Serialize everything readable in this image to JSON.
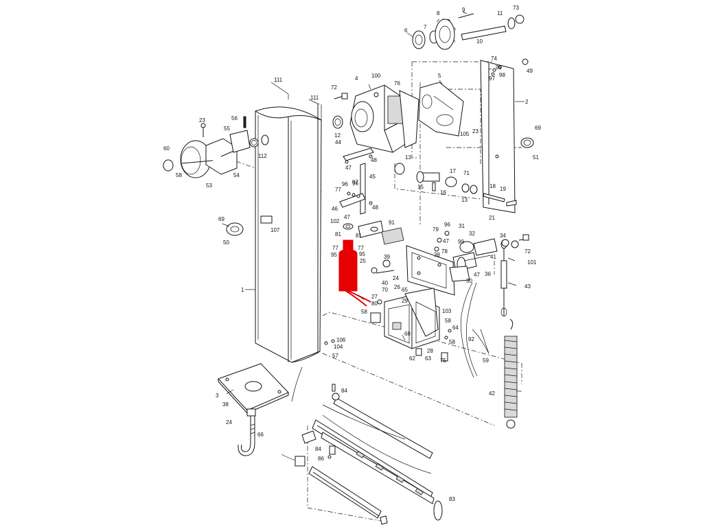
{
  "colors": {
    "background": "#ffffff",
    "line": "#111111",
    "highlight": "#e60000"
  },
  "callouts": {
    "c1": "1",
    "c2": "2",
    "c3": "3",
    "c4": "4",
    "c5": "5",
    "c6": "6",
    "c7": "7",
    "c8": "8",
    "c9": "9",
    "c10": "10",
    "c11": "11",
    "c12": "12",
    "c13a": "13",
    "c13b": "13",
    "c15": "15",
    "c16": "16",
    "c17": "17",
    "c18": "18",
    "c19": "19",
    "c21": "21",
    "c23a": "23",
    "c23b": "23",
    "c24a": "24",
    "c24b": "24",
    "c25": "25",
    "c26": "26",
    "c27": "27",
    "c28": "28",
    "c29": "29",
    "c30": "30",
    "c31": "31",
    "c32": "32",
    "c34": "34",
    "c36": "36",
    "c38a": "38",
    "c38b": "38",
    "c39": "39",
    "c40": "40",
    "c41": "41",
    "c42": "42",
    "c43": "43",
    "c44": "44",
    "c45": "45",
    "c46": "46",
    "c47a": "47",
    "c47b": "47",
    "c47c": "47",
    "c47d": "47",
    "c48a": "48",
    "c48b": "48",
    "c49": "49",
    "c50": "50",
    "c51": "51",
    "c53": "53",
    "c54": "54",
    "c55": "55",
    "c56": "56",
    "c57": "57",
    "c58a": "58",
    "c58b": "58",
    "c58c": "58",
    "c58d": "58",
    "c59": "59",
    "c60": "60",
    "c62": "62",
    "c63": "63",
    "c64": "64",
    "c65": "65",
    "c66": "66",
    "c68": "68",
    "c69a": "69",
    "c69b": "69",
    "c70": "70",
    "c71": "71",
    "c72a": "72",
    "c72b": "72",
    "c73": "73",
    "c74": "74",
    "c75": "75",
    "c76": "76",
    "c77a": "77",
    "c77b": "77",
    "c77c": "77",
    "c78": "78",
    "c79": "79",
    "c80": "80",
    "c81a": "81",
    "c81b": "81",
    "c83": "83",
    "c84a": "84",
    "c84b": "84",
    "c86": "86",
    "c91": "91",
    "c92": "92",
    "c95a": "95",
    "c95b": "95",
    "c96a": "96",
    "c96b": "96",
    "c96c": "96",
    "c97a": "97",
    "c97b": "97",
    "c98": "98",
    "c99a": "99",
    "c99b": "99",
    "c100": "100",
    "c101": "101",
    "c102": "102",
    "c103": "103",
    "c104": "104",
    "c105": "105",
    "c106": "106",
    "c107": "107",
    "c111a": "111",
    "c111b": "111",
    "c112": "112"
  }
}
